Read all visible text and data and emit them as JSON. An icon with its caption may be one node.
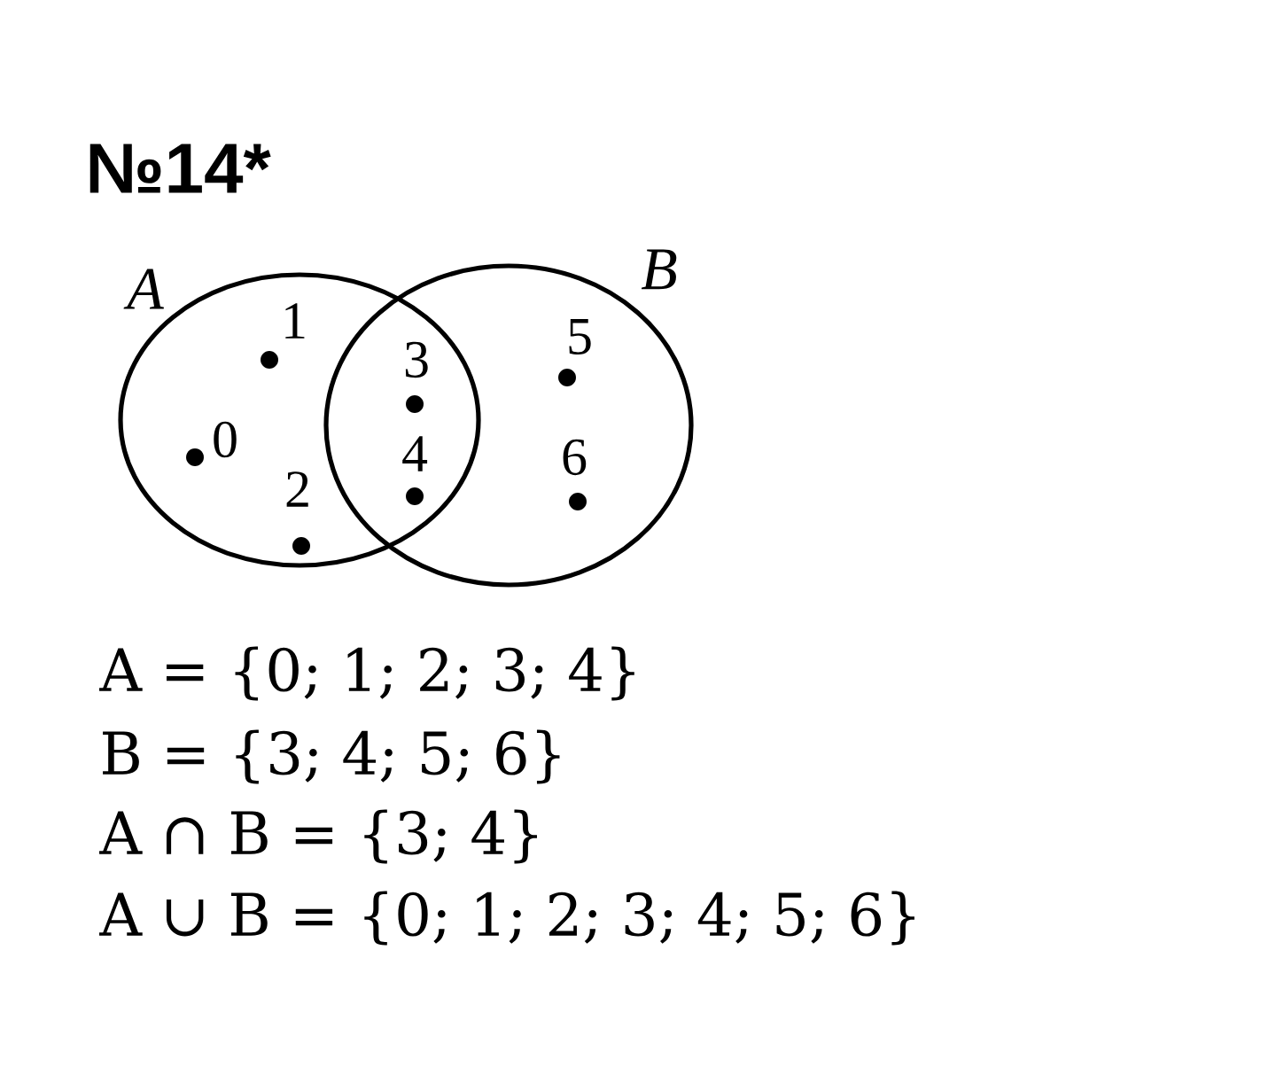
{
  "diagram": {
    "title": "№14*",
    "nodes": [
      {
        "text": [
          "A"
        ]
      },
      {
        "text": [
          "B"
        ]
      }
    ],
    "labels": [
      "1",
      "3",
      "5",
      "0",
      "4",
      "6",
      "2",
      "A = {0; 1; 2; 3; 4}",
      "B = {3; 4; 5; 6}",
      "A ∩ B = {3; 4}",
      "A ∪ B = {0; 1; 2; 3; 4; 5; 6}"
    ]
  }
}
